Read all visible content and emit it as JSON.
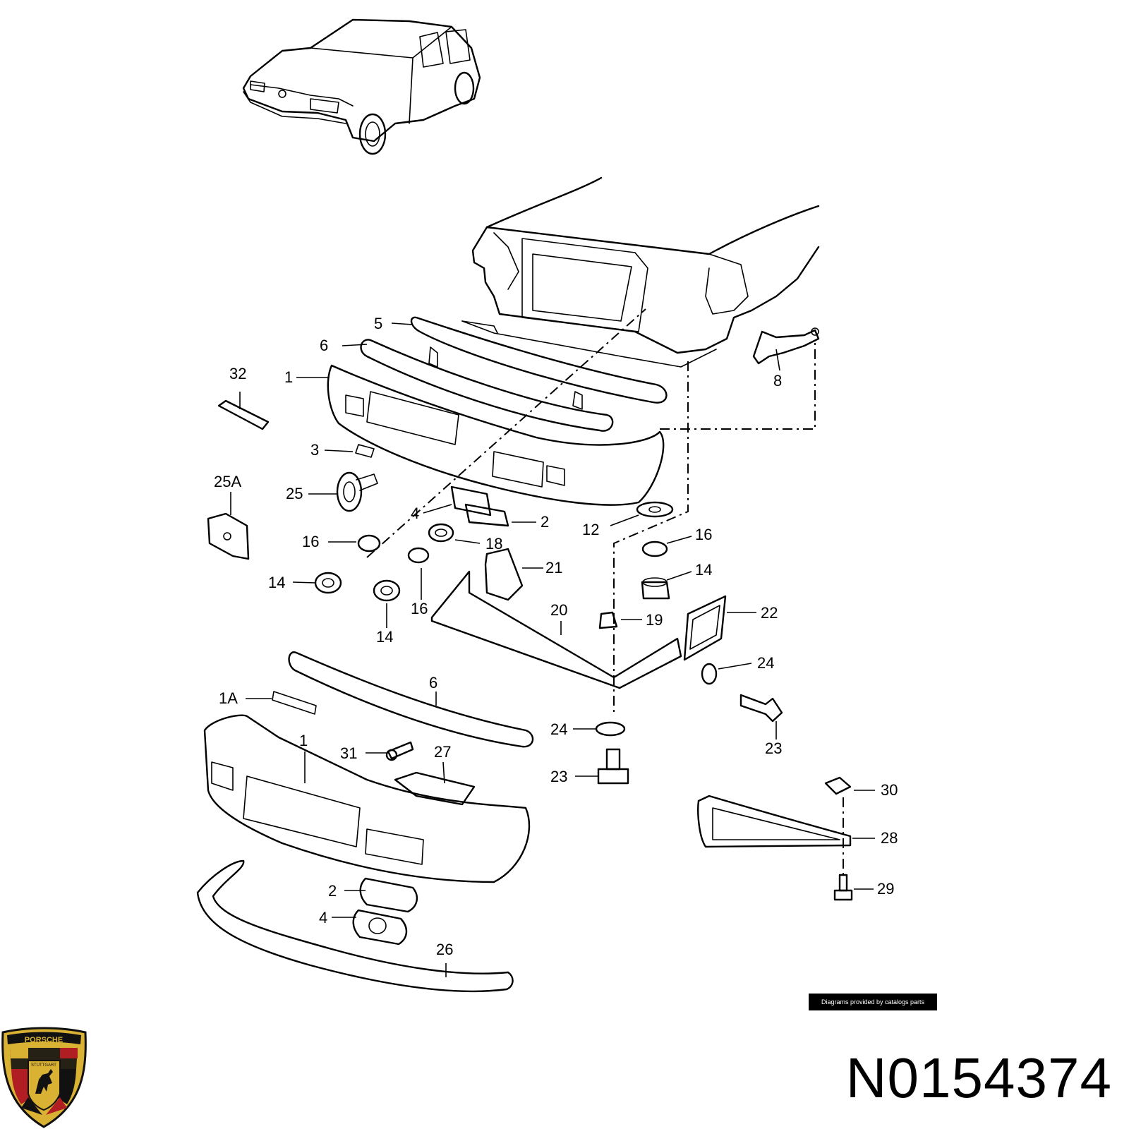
{
  "diagram": {
    "callouts": {
      "c5": "5",
      "c6a": "6",
      "c1a": "1",
      "c32": "32",
      "c8": "8",
      "c3": "3",
      "c25a": "25A",
      "c25": "25",
      "c4a": "4",
      "c2a": "2",
      "c12": "12",
      "c16a": "16",
      "c18": "18",
      "c16b": "16",
      "c14a": "14",
      "c21": "21",
      "c14b": "14",
      "c16c": "16",
      "c14c": "14",
      "c20": "20",
      "c19": "19",
      "c22": "22",
      "c24a": "24",
      "c6b": "6",
      "c1A": "1A",
      "c1b": "1",
      "c31": "31",
      "c27": "27",
      "c24b": "24",
      "c23a": "23",
      "c23b": "23",
      "c30": "30",
      "c28": "28",
      "c29": "29",
      "c2b": "2",
      "c4b": "4",
      "c26": "26"
    }
  },
  "credit": "Diagrams provided by catalogs parts",
  "part_number": "N0154374",
  "logo": {
    "top_text": "PORSCHE",
    "city_text": "STUTTGART",
    "colors": {
      "gold": "#d9b233",
      "red": "#b01e23",
      "black": "#111111"
    }
  }
}
